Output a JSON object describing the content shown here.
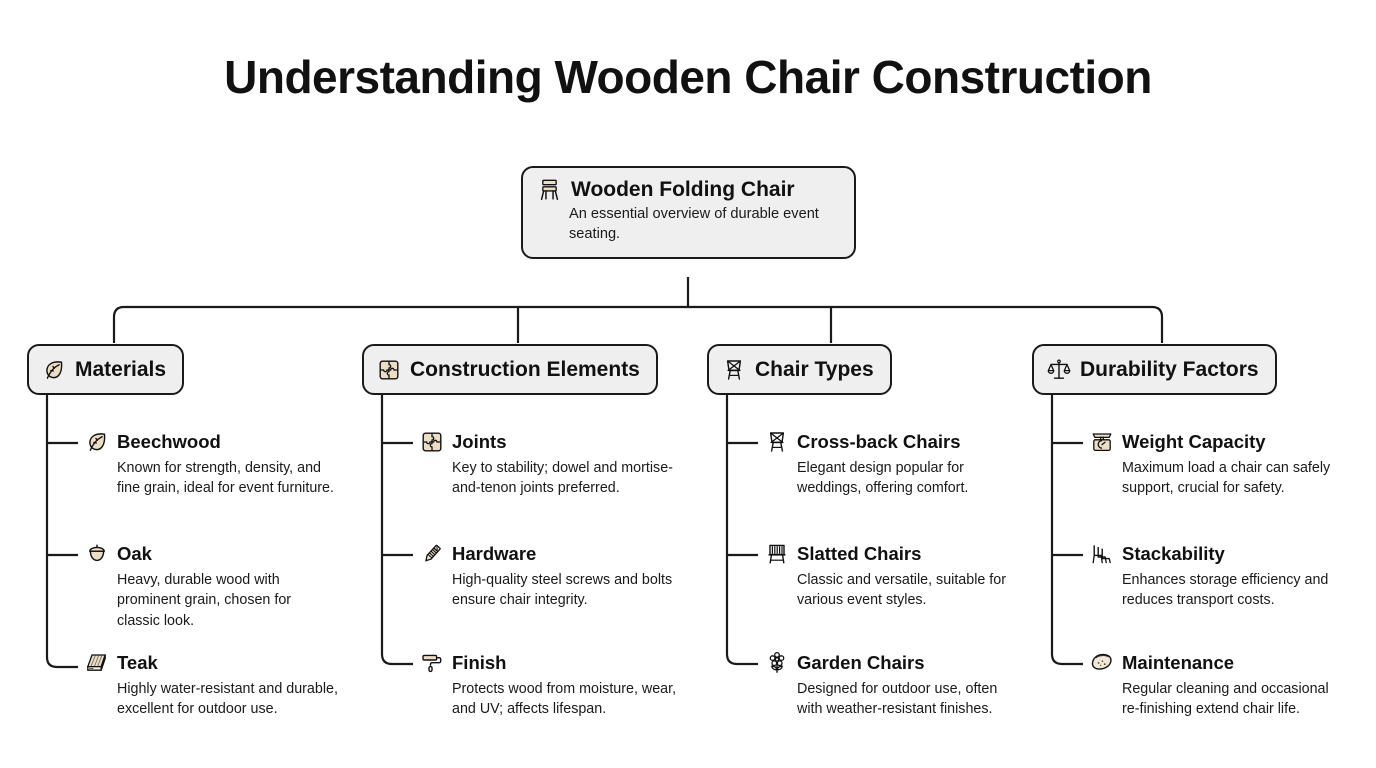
{
  "title": "Understanding Wooden Chair Construction",
  "colors": {
    "background": "#ffffff",
    "node_fill": "#efefef",
    "stroke": "#1a1a1a",
    "icon_fill": "#ebddc6",
    "text": "#111111"
  },
  "root": {
    "icon": "folding-chair-icon",
    "title": "Wooden Folding Chair",
    "description": "An essential overview of durable event seating."
  },
  "branches": [
    {
      "id": "materials",
      "icon": "leaf-icon",
      "label": "Materials",
      "items": [
        {
          "icon": "leaf-icon",
          "title": "Beechwood",
          "description": "Known for strength, density, and fine grain, ideal for event furniture."
        },
        {
          "icon": "acorn-icon",
          "title": "Oak",
          "description": "Heavy, durable wood with prominent grain, chosen for classic look."
        },
        {
          "icon": "wood-plank-icon",
          "title": "Teak",
          "description": "Highly water-resistant and durable, excellent for outdoor use."
        }
      ]
    },
    {
      "id": "construction-elements",
      "icon": "puzzle-icon",
      "label": "Construction Elements",
      "items": [
        {
          "icon": "puzzle-icon",
          "title": "Joints",
          "description": "Key to stability; dowel and mortise-and-tenon joints preferred."
        },
        {
          "icon": "screw-icon",
          "title": "Hardware",
          "description": "High-quality steel screws and bolts ensure chair integrity."
        },
        {
          "icon": "paint-roller-icon",
          "title": "Finish",
          "description": "Protects wood from moisture, wear, and UV; affects lifespan."
        }
      ]
    },
    {
      "id": "chair-types",
      "icon": "cross-back-chair-icon",
      "label": "Chair Types",
      "items": [
        {
          "icon": "cross-back-chair-icon",
          "title": "Cross-back Chairs",
          "description": "Elegant design popular for weddings, offering comfort."
        },
        {
          "icon": "slatted-chair-icon",
          "title": "Slatted Chairs",
          "description": "Classic and versatile, suitable for various event styles."
        },
        {
          "icon": "flower-icon",
          "title": "Garden Chairs",
          "description": "Designed for outdoor use, often with weather-resistant finishes."
        }
      ]
    },
    {
      "id": "durability-factors",
      "icon": "scales-icon",
      "label": "Durability Factors",
      "items": [
        {
          "icon": "kitchen-scale-icon",
          "title": "Weight Capacity",
          "description": "Maximum load a chair can safely support, crucial for safety."
        },
        {
          "icon": "stacked-chairs-icon",
          "title": "Stackability",
          "description": "Enhances storage efficiency and reduces transport costs."
        },
        {
          "icon": "sponge-icon",
          "title": "Maintenance",
          "description": "Regular cleaning and occasional re-finishing extend chair life."
        }
      ]
    }
  ]
}
